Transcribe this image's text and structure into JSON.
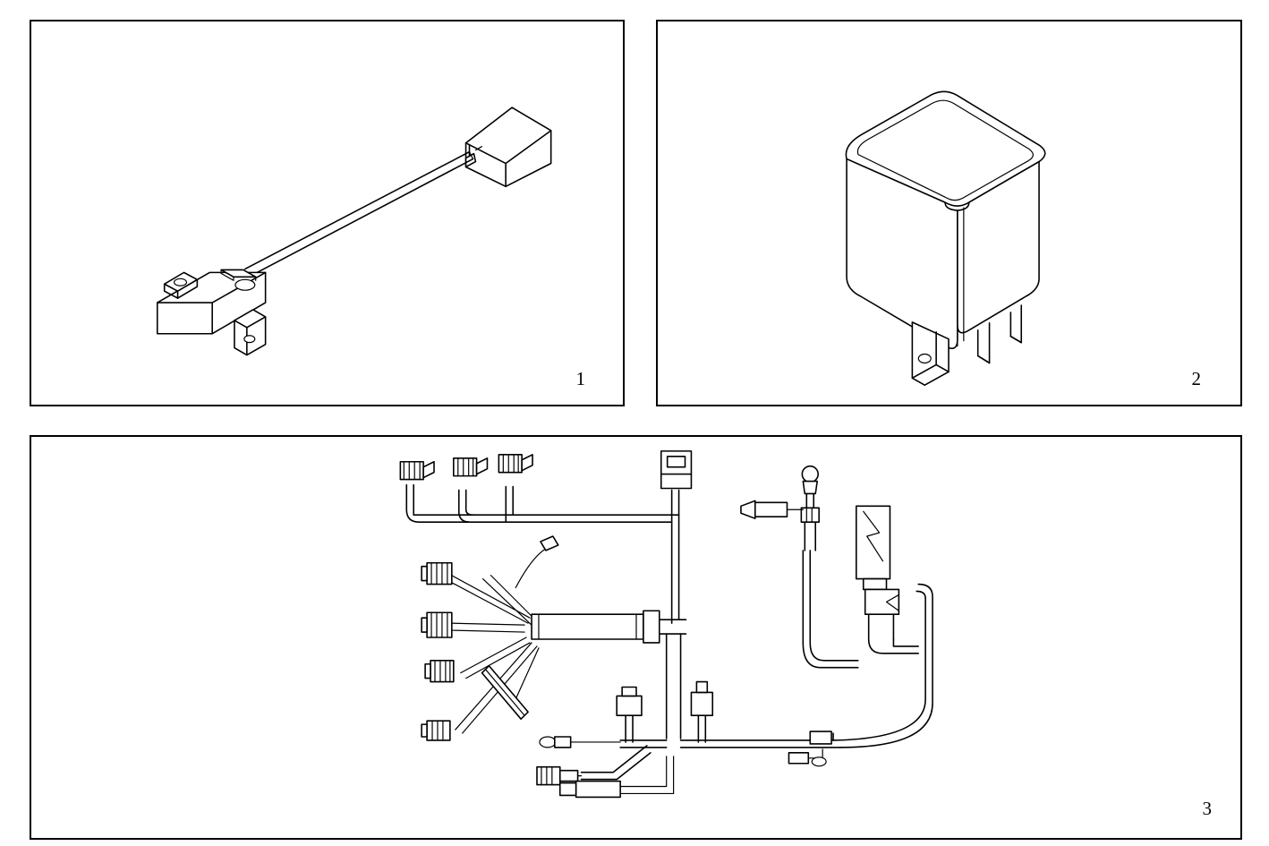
{
  "document": {
    "type": "technical-parts-illustration",
    "background_color": "#ffffff",
    "line_color": "#000000"
  },
  "panels": [
    {
      "id": "panel-1",
      "number": "1",
      "caption": "",
      "part_description": "Micro switch with cable and connector plug",
      "number_position": "bottom-right"
    },
    {
      "id": "panel-2",
      "number": "2",
      "caption": "",
      "part_description": "Cube-shaped relay with mounting bracket and blade terminals",
      "number_position": "bottom-right"
    },
    {
      "id": "panel-3",
      "number": "3",
      "caption": "",
      "part_description": "Wiring harness assembly with multiple connectors, branches and terminals",
      "number_position": "bottom-right"
    }
  ]
}
